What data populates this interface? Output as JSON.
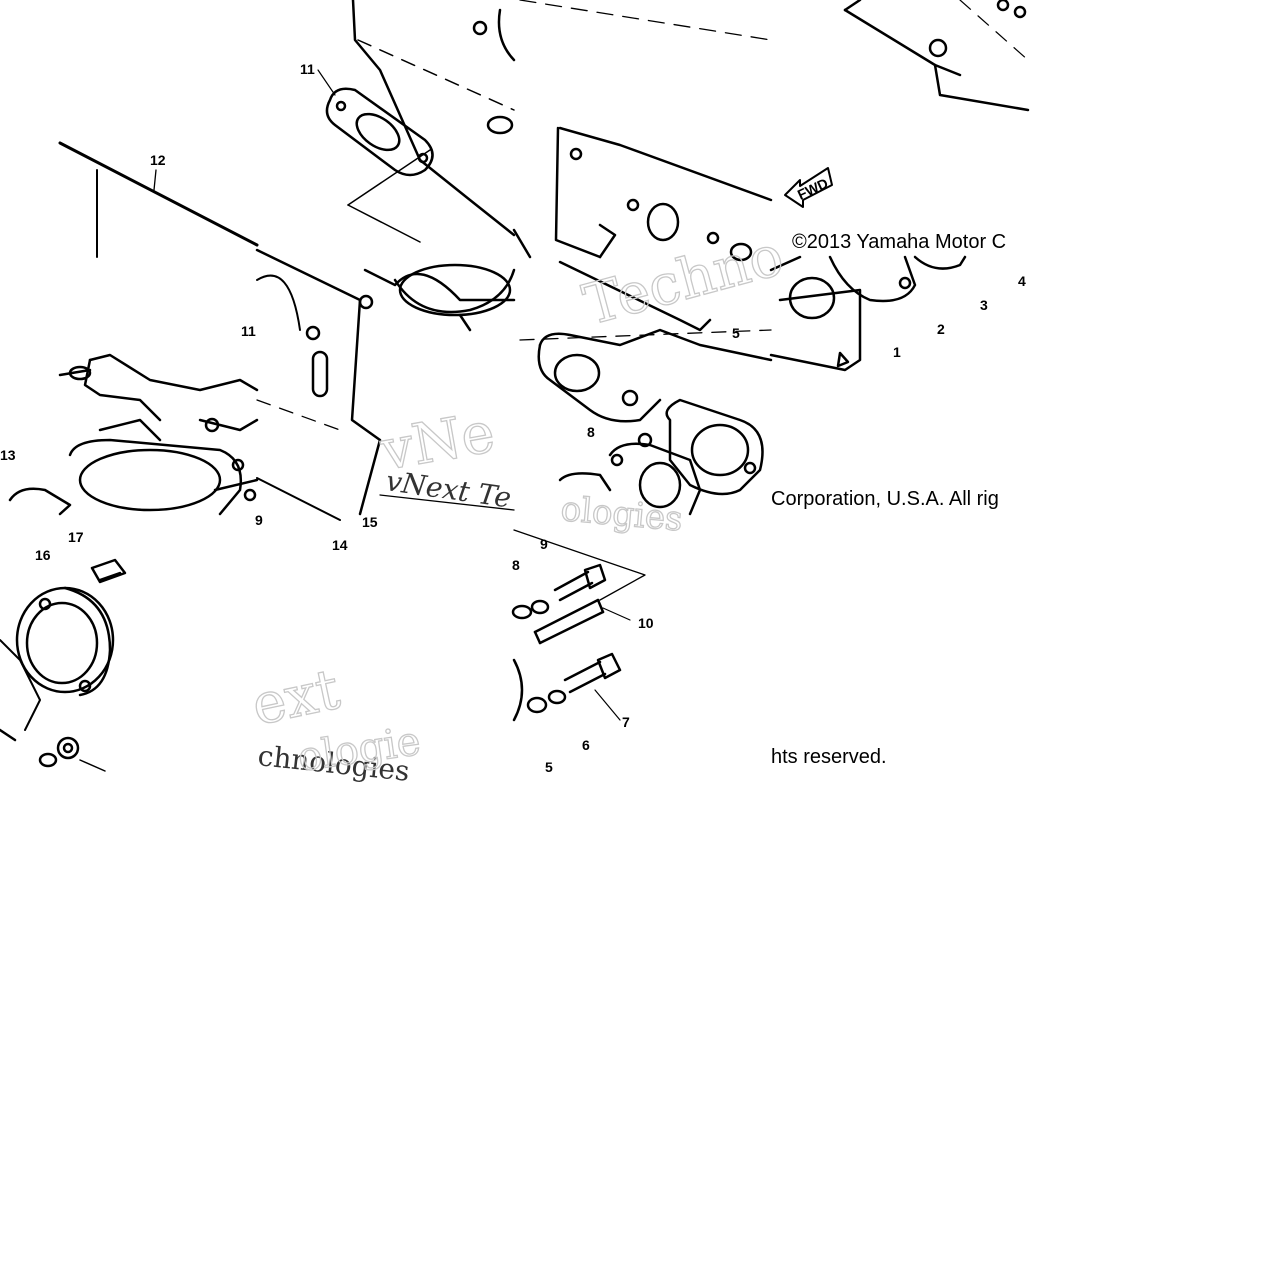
{
  "copyright": {
    "line1": "©2013 Yamaha Motor C",
    "line2": "Corporation, U.S.A. All rig",
    "line3": "hts reserved."
  },
  "watermark": {
    "w1": "Techno",
    "w2": "vNe",
    "w3": "vNext Te",
    "w4": "ologies",
    "w5": "ext",
    "w6": "chnologies",
    "w7": "ologie"
  },
  "arrow_label": "FWD",
  "callouts": [
    "1",
    "2",
    "3",
    "4",
    "5",
    "6",
    "7",
    "8",
    "9",
    "10",
    "11",
    "12",
    "13",
    "14",
    "15",
    "16",
    "17"
  ],
  "callout_partial": [
    "8",
    "5",
    "9",
    "11"
  ]
}
